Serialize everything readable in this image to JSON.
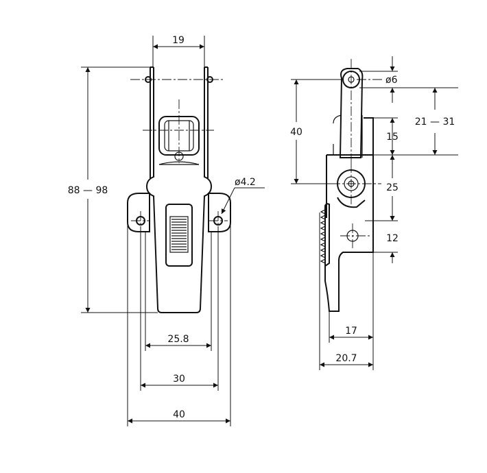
{
  "drawing": {
    "front_view": {
      "top_width": "19",
      "overall_length": "88 — 98",
      "hole_diameter": "ø4.2",
      "base_inner_width": "25.8",
      "hole_spacing": "30",
      "base_width": "40"
    },
    "side_view": {
      "pin_diameter": "ø6",
      "height_to_pivot": "40",
      "adjust_range": "21 — 31",
      "upper_offset": "15",
      "pivot_to_hole": "25",
      "hole_to_bottom": "12",
      "depth": "17",
      "overall_depth": "20.7"
    }
  }
}
